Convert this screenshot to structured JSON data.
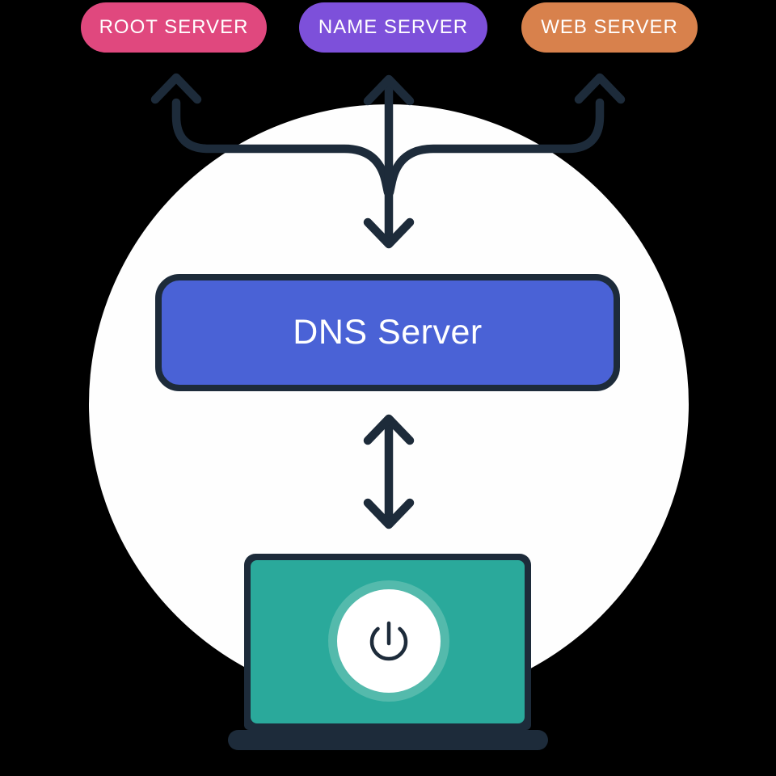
{
  "canvas": {
    "background_color": "#000000",
    "circle_color": "#FEFEFE"
  },
  "colors": {
    "ink": "#1D2B3A",
    "white": "#FFFFFF"
  },
  "servers": [
    {
      "id": "root-server",
      "label": "ROOT SERVER",
      "color": "#E0487E"
    },
    {
      "id": "name-server",
      "label": "NAME SERVER",
      "color": "#7D50DA"
    },
    {
      "id": "web-server",
      "label": "WEB SERVER",
      "color": "#D8814C"
    }
  ],
  "dns_server": {
    "label": "DNS Server",
    "fill": "#4A62D6",
    "border_color": "#1D2B3A",
    "text_color": "#FFFFFF"
  },
  "client": {
    "device": "laptop",
    "frame_color": "#1D2B3A",
    "screen_color": "#2AA99B",
    "button_ring_color": "#54BAAC",
    "button_color": "#FFFFFF",
    "icon": "power-icon"
  },
  "arrows": {
    "color": "#1D2B3A",
    "items": [
      {
        "from": "dns-server",
        "to": "root-server",
        "bidirectional": false
      },
      {
        "from": "dns-server",
        "to": "name-server",
        "bidirectional": true
      },
      {
        "from": "dns-server",
        "to": "web-server",
        "bidirectional": false
      },
      {
        "from": "dns-server",
        "to": "client",
        "bidirectional": true
      }
    ]
  }
}
